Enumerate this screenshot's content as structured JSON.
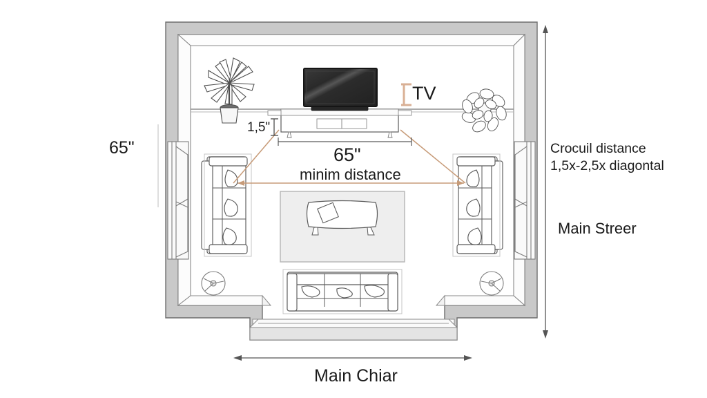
{
  "diagram": {
    "type": "floor-plan",
    "title_labels": {
      "left_dimension": "65\"",
      "tv_label": "TV",
      "tv_height_offset": "1,5\"",
      "center_distance_value": "65\"",
      "center_distance_caption": "minim distance",
      "right_note_line1": "Crocuil distance",
      "right_note_line2": "1,5x-2,5x diagontal",
      "right_side_label": "Main Streer",
      "bottom_label": "Main Chiar"
    },
    "colors": {
      "wall_fill": "#c9c9c9",
      "wall_stroke": "#6e6e6e",
      "furniture_stroke": "#5a5a5a",
      "rug_fill": "#eeeeee",
      "rug_stroke": "#b8b8b8",
      "tv_screen": "#2b2b2b",
      "sightline": "#c79b78",
      "dimension_line": "#555555",
      "text": "#1a1a1a"
    },
    "objects": [
      {
        "name": "tv-screen",
        "kind": "television",
        "position": "top-center"
      },
      {
        "name": "soundbar",
        "kind": "soundbar",
        "position": "below-tv"
      },
      {
        "name": "media-console",
        "kind": "tv-stand",
        "position": "top-center"
      },
      {
        "name": "plant-left",
        "kind": "potted-plant",
        "position": "top-left"
      },
      {
        "name": "plant-right",
        "kind": "potted-plant",
        "position": "top-right"
      },
      {
        "name": "sofa-left",
        "kind": "three-seat-sofa",
        "position": "left"
      },
      {
        "name": "sofa-right",
        "kind": "three-seat-sofa",
        "position": "right"
      },
      {
        "name": "sofa-bottom",
        "kind": "three-seat-sofa",
        "position": "bottom-center"
      },
      {
        "name": "coffee-table",
        "kind": "coffee-table",
        "position": "center"
      },
      {
        "name": "area-rug",
        "kind": "rug",
        "position": "center"
      },
      {
        "name": "side-table-left",
        "kind": "round-side-table",
        "position": "bottom-left"
      },
      {
        "name": "side-table-right",
        "kind": "round-side-table",
        "position": "bottom-right"
      },
      {
        "name": "window-left",
        "kind": "window",
        "position": "left-wall"
      },
      {
        "name": "window-right",
        "kind": "window",
        "position": "right-wall"
      },
      {
        "name": "window-bay",
        "kind": "bay-window",
        "position": "bottom-wall"
      }
    ]
  }
}
